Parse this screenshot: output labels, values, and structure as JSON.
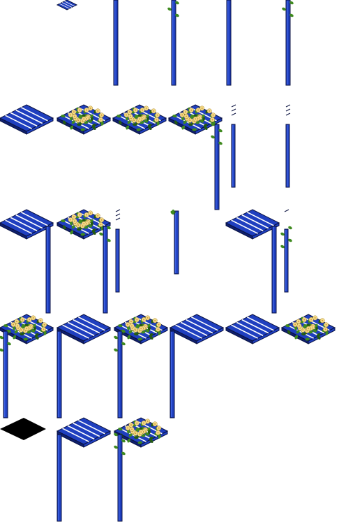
{
  "sprite_sheet": {
    "colors": {
      "background": "#ffffff",
      "wood": "#1f3fbf",
      "wood_dark": "#0f1f6e",
      "wood_light": "#3d61e0",
      "outline": "#0a1240",
      "leaf": "#3f8a1f",
      "leaf_dark": "#245a12",
      "flower": "#f2dc8c",
      "flower_center": "#d89a3a",
      "shadow": "#000000"
    },
    "sprites": [
      {
        "kind": "tile-small-flat"
      },
      {
        "kind": "post"
      },
      {
        "kind": "post-vines-top"
      },
      {
        "kind": "post"
      },
      {
        "kind": "post-vines-top"
      },
      {
        "kind": "pergola-roof"
      },
      {
        "kind": "pergola-roof-flowers"
      },
      {
        "kind": "pergola-roof-flowers"
      },
      {
        "kind": "pergola-roof-flowers-post"
      },
      {
        "kind": "post-thin-dashes"
      },
      {
        "kind": "post-thin-dashes"
      },
      {
        "kind": "pergola-roof-post-right"
      },
      {
        "kind": "pergola-roof-flowers-post-right"
      },
      {
        "kind": "post-thin-dashes"
      },
      {
        "kind": "post-leaf-top"
      },
      {
        "kind": "pergola-roof-post-right"
      },
      {
        "kind": "post-thin-dashes-vines"
      },
      {
        "kind": "pergola-roof-flowers-post-left"
      },
      {
        "kind": "pergola-roof-post-left"
      },
      {
        "kind": "pergola-roof-flowers-post-left"
      },
      {
        "kind": "pergola-roof-post-left"
      },
      {
        "kind": "pergola-roof"
      },
      {
        "kind": "pergola-roof-flowers"
      },
      {
        "kind": "shadow-diamond"
      },
      {
        "kind": "pergola-roof-post-left"
      },
      {
        "kind": "pergola-roof-flowers-post-left"
      }
    ]
  }
}
